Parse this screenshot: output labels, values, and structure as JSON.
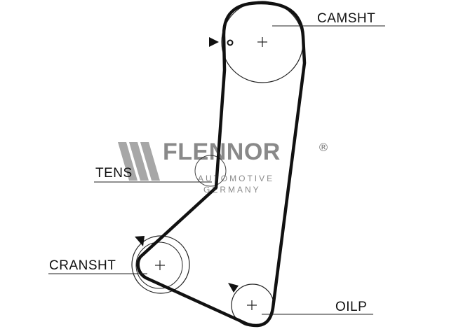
{
  "labels": {
    "camshaft": "CAMSHT",
    "tensioner": "TENS",
    "crankshaft": "CRANSHT",
    "oil_pump": "OILP"
  },
  "watermark": {
    "brand": "FLENNOR",
    "registered": "®",
    "line1": "AUTOMOTIVE",
    "line2": "GERMANY"
  },
  "colors": {
    "belt": "#111111",
    "pulley": "#222222",
    "watermark": "#555555"
  },
  "icons": [
    "timing-mark-arrow-icon",
    "crosshair-icon",
    "registered-icon"
  ]
}
